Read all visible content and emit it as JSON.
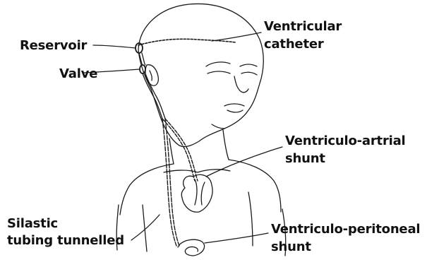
{
  "labels": {
    "reservoir": "Reservoir",
    "valve": "Valve",
    "ventricular_catheter_line1": "Ventricular",
    "ventricular_catheter_line2": "catheter",
    "va_shunt_line1": "Ventriculo-artrial",
    "va_shunt_line2": "shunt",
    "silastic_line1": "Silastic",
    "silastic_line2": "tubing tunnelled",
    "vp_shunt_line1": "Ventriculo-peritoneal",
    "vp_shunt_line2": "shunt"
  },
  "colors": {
    "ink": "#1a1a1a",
    "background": "#ffffff"
  }
}
